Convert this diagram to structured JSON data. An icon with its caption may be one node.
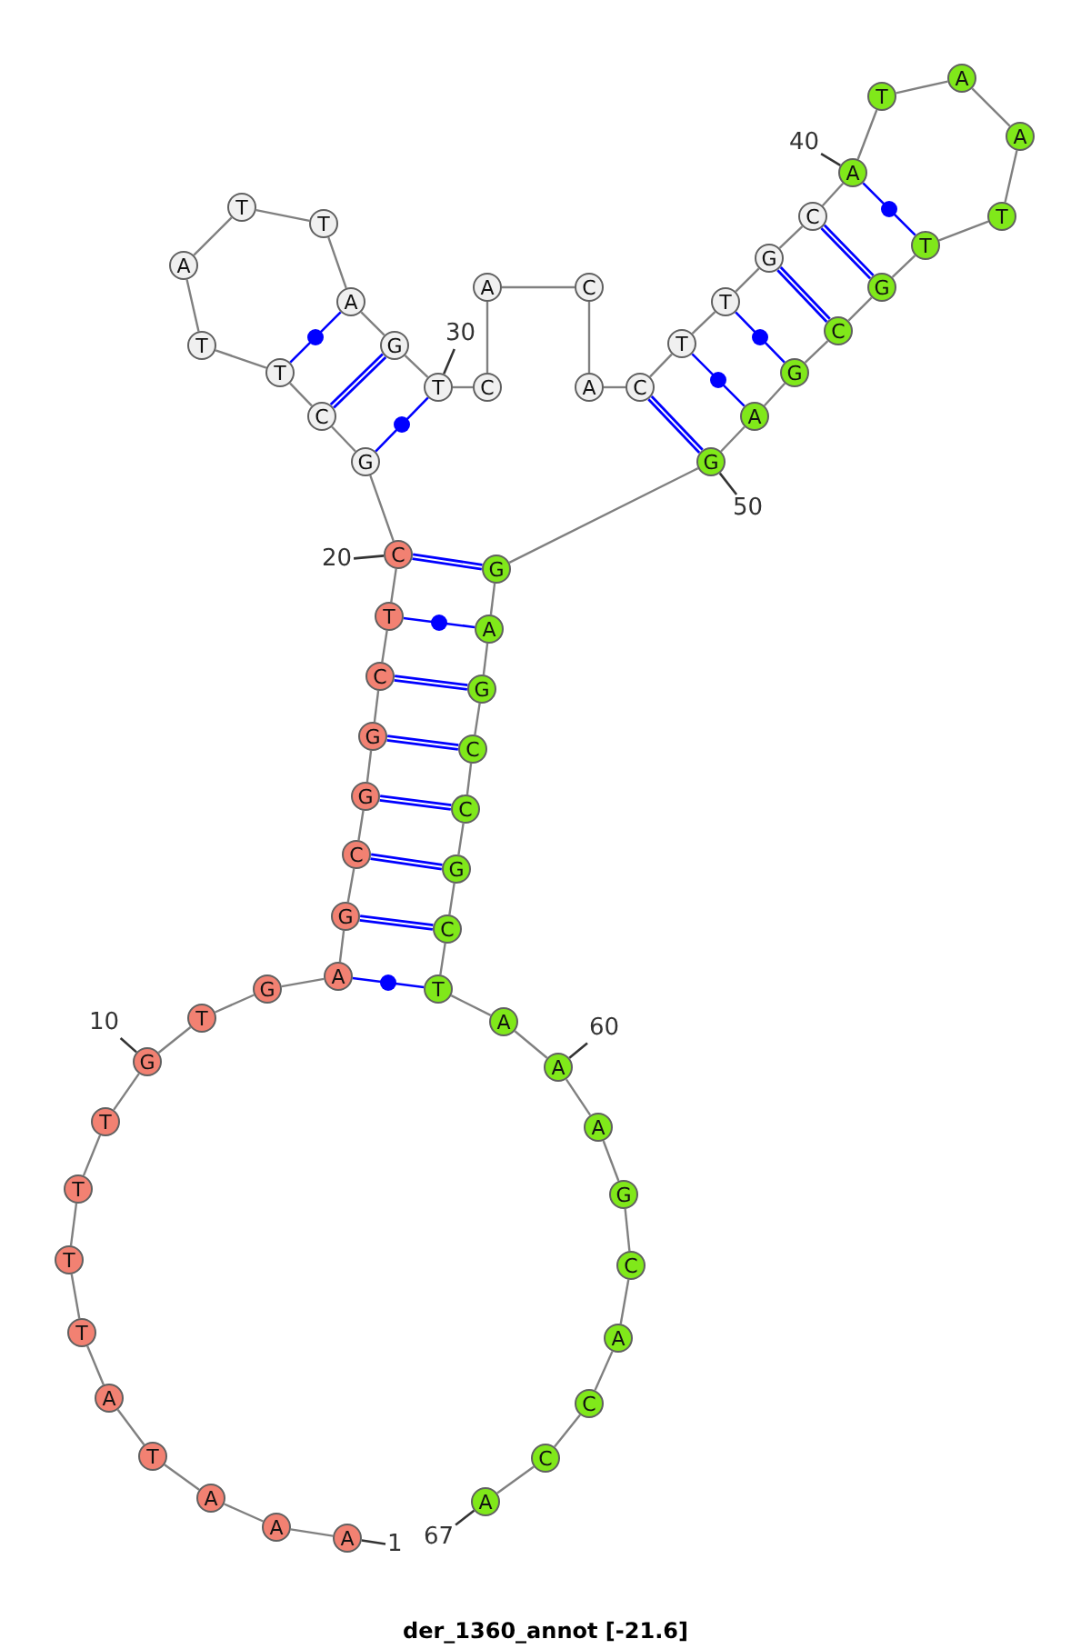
{
  "diagram": {
    "caption": "der_1360_annot [-21.6]",
    "nodes": [
      {
        "text": [
          "A"
        ]
      },
      {
        "text": [
          "A"
        ]
      },
      {
        "text": [
          "A"
        ]
      },
      {
        "text": [
          "T"
        ]
      },
      {
        "text": [
          "A"
        ]
      },
      {
        "text": [
          "T"
        ]
      },
      {
        "text": [
          "T"
        ]
      },
      {
        "text": [
          "T"
        ]
      },
      {
        "text": [
          "T"
        ]
      },
      {
        "text": [
          "G"
        ]
      },
      {
        "text": [
          "T"
        ]
      },
      {
        "text": [
          "G"
        ]
      },
      {
        "text": [
          "A"
        ]
      },
      {
        "text": [
          "G"
        ]
      },
      {
        "text": [
          "C"
        ]
      },
      {
        "text": [
          "G"
        ]
      },
      {
        "text": [
          "G"
        ]
      },
      {
        "text": [
          "C"
        ]
      },
      {
        "text": [
          "T"
        ]
      },
      {
        "text": [
          "C"
        ]
      },
      {
        "text": [
          "G"
        ]
      },
      {
        "text": [
          "C"
        ]
      },
      {
        "text": [
          "T"
        ]
      },
      {
        "text": [
          "T"
        ]
      },
      {
        "text": [
          "A"
        ]
      },
      {
        "text": [
          "T"
        ]
      },
      {
        "text": [
          "T"
        ]
      },
      {
        "text": [
          "A"
        ]
      },
      {
        "text": [
          "G"
        ]
      },
      {
        "text": [
          "T"
        ]
      },
      {
        "text": [
          "C"
        ]
      },
      {
        "text": [
          "A"
        ]
      },
      {
        "text": [
          "C"
        ]
      },
      {
        "text": [
          "A"
        ]
      },
      {
        "text": [
          "C"
        ]
      },
      {
        "text": [
          "T"
        ]
      },
      {
        "text": [
          "T"
        ]
      },
      {
        "text": [
          "G"
        ]
      },
      {
        "text": [
          "C"
        ]
      },
      {
        "text": [
          "A"
        ]
      },
      {
        "text": [
          "T"
        ]
      },
      {
        "text": [
          "A"
        ]
      },
      {
        "text": [
          "A"
        ]
      },
      {
        "text": [
          "T"
        ]
      },
      {
        "text": [
          "T"
        ]
      },
      {
        "text": [
          "G"
        ]
      },
      {
        "text": [
          "C"
        ]
      },
      {
        "text": [
          "G"
        ]
      },
      {
        "text": [
          "A"
        ]
      },
      {
        "text": [
          "G"
        ]
      },
      {
        "text": [
          "G"
        ]
      },
      {
        "text": [
          "A"
        ]
      },
      {
        "text": [
          "G"
        ]
      },
      {
        "text": [
          "C"
        ]
      },
      {
        "text": [
          "C"
        ]
      },
      {
        "text": [
          "G"
        ]
      },
      {
        "text": [
          "C"
        ]
      },
      {
        "text": [
          "T"
        ]
      },
      {
        "text": [
          "A"
        ]
      },
      {
        "text": [
          "A"
        ]
      },
      {
        "text": [
          "A"
        ]
      },
      {
        "text": [
          "G"
        ]
      },
      {
        "text": [
          "C"
        ]
      },
      {
        "text": [
          "A"
        ]
      },
      {
        "text": [
          "C"
        ]
      },
      {
        "text": [
          "C"
        ]
      },
      {
        "text": [
          "A"
        ]
      },
      {
        "text": [
          "1"
        ]
      },
      {
        "text": [
          "10"
        ]
      },
      {
        "text": [
          "20"
        ]
      },
      {
        "text": [
          "30"
        ]
      },
      {
        "text": [
          "40"
        ]
      },
      {
        "text": [
          "50"
        ]
      },
      {
        "text": [
          "60"
        ]
      },
      {
        "text": [
          "67"
        ]
      }
    ],
    "edges": [
      {
        "from": 0,
        "to": 1,
        "arrow": "none"
      },
      {
        "from": 1,
        "to": 2,
        "arrow": "none"
      },
      {
        "from": 2,
        "to": 3,
        "arrow": "none"
      },
      {
        "from": 3,
        "to": 4,
        "arrow": "none"
      },
      {
        "from": 4,
        "to": 5,
        "arrow": "none"
      },
      {
        "from": 5,
        "to": 6,
        "arrow": "none"
      },
      {
        "from": 6,
        "to": 7,
        "arrow": "none"
      },
      {
        "from": 7,
        "to": 8,
        "arrow": "none"
      },
      {
        "from": 8,
        "to": 9,
        "arrow": "none"
      },
      {
        "from": 9,
        "to": 10,
        "arrow": "none"
      },
      {
        "from": 10,
        "to": 11,
        "arrow": "none"
      },
      {
        "from": 11,
        "to": 12,
        "arrow": "none"
      },
      {
        "from": 12,
        "to": 13,
        "arrow": "none"
      },
      {
        "from": 13,
        "to": 14,
        "arrow": "none"
      },
      {
        "from": 14,
        "to": 15,
        "arrow": "none"
      },
      {
        "from": 15,
        "to": 16,
        "arrow": "none"
      },
      {
        "from": 16,
        "to": 17,
        "arrow": "none"
      },
      {
        "from": 17,
        "to": 18,
        "arrow": "none"
      },
      {
        "from": 18,
        "to": 19,
        "arrow": "none"
      },
      {
        "from": 19,
        "to": 20,
        "arrow": "none"
      },
      {
        "from": 20,
        "to": 21,
        "arrow": "none"
      },
      {
        "from": 21,
        "to": 22,
        "arrow": "none"
      },
      {
        "from": 22,
        "to": 23,
        "arrow": "none"
      },
      {
        "from": 23,
        "to": 24,
        "arrow": "none"
      },
      {
        "from": 24,
        "to": 25,
        "arrow": "none"
      },
      {
        "from": 25,
        "to": 26,
        "arrow": "none"
      },
      {
        "from": 26,
        "to": 27,
        "arrow": "none"
      },
      {
        "from": 27,
        "to": 28,
        "arrow": "none"
      },
      {
        "from": 28,
        "to": 29,
        "arrow": "none"
      },
      {
        "from": 29,
        "to": 30,
        "arrow": "none"
      },
      {
        "from": 30,
        "to": 31,
        "arrow": "none"
      },
      {
        "from": 31,
        "to": 32,
        "arrow": "none"
      },
      {
        "from": 32,
        "to": 33,
        "arrow": "none"
      },
      {
        "from": 33,
        "to": 34,
        "arrow": "none"
      },
      {
        "from": 34,
        "to": 35,
        "arrow": "none"
      },
      {
        "from": 35,
        "to": 36,
        "arrow": "none"
      },
      {
        "from": 36,
        "to": 37,
        "arrow": "none"
      },
      {
        "from": 37,
        "to": 38,
        "arrow": "none"
      },
      {
        "from": 38,
        "to": 39,
        "arrow": "none"
      },
      {
        "from": 39,
        "to": 40,
        "arrow": "none"
      },
      {
        "from": 40,
        "to": 41,
        "arrow": "none"
      },
      {
        "from": 41,
        "to": 42,
        "arrow": "none"
      },
      {
        "from": 42,
        "to": 43,
        "arrow": "none"
      },
      {
        "from": 43,
        "to": 44,
        "arrow": "none"
      },
      {
        "from": 44,
        "to": 45,
        "arrow": "none"
      },
      {
        "from": 45,
        "to": 46,
        "arrow": "none"
      },
      {
        "from": 46,
        "to": 47,
        "arrow": "none"
      },
      {
        "from": 47,
        "to": 48,
        "arrow": "none"
      },
      {
        "from": 48,
        "to": 49,
        "arrow": "none"
      },
      {
        "from": 49,
        "to": 50,
        "arrow": "none"
      },
      {
        "from": 50,
        "to": 51,
        "arrow": "none"
      },
      {
        "from": 51,
        "to": 52,
        "arrow": "none"
      },
      {
        "from": 52,
        "to": 53,
        "arrow": "none"
      },
      {
        "from": 53,
        "to": 54,
        "arrow": "none"
      },
      {
        "from": 54,
        "to": 55,
        "arrow": "none"
      },
      {
        "from": 55,
        "to": 56,
        "arrow": "none"
      },
      {
        "from": 56,
        "to": 57,
        "arrow": "none"
      },
      {
        "from": 57,
        "to": 58,
        "arrow": "none"
      },
      {
        "from": 58,
        "to": 59,
        "arrow": "none"
      },
      {
        "from": 59,
        "to": 60,
        "arrow": "none"
      },
      {
        "from": 60,
        "to": 61,
        "arrow": "none"
      },
      {
        "from": 61,
        "to": 62,
        "arrow": "none"
      },
      {
        "from": 62,
        "to": 63,
        "arrow": "none"
      },
      {
        "from": 63,
        "to": 64,
        "arrow": "none"
      },
      {
        "from": 64,
        "to": 65,
        "arrow": "none"
      },
      {
        "from": 65,
        "to": 66,
        "arrow": "none"
      },
      {
        "from": 12,
        "to": 57,
        "arrow": "none",
        "color": "#0000ff"
      },
      {
        "from": 13,
        "to": 56,
        "arrow": "none",
        "style": "thick",
        "color": "#0000ff"
      },
      {
        "from": 14,
        "to": 55,
        "arrow": "none",
        "style": "thick",
        "color": "#0000ff"
      },
      {
        "from": 15,
        "to": 54,
        "arrow": "none",
        "style": "thick",
        "color": "#0000ff"
      },
      {
        "from": 16,
        "to": 53,
        "arrow": "none",
        "style": "thick",
        "color": "#0000ff"
      },
      {
        "from": 17,
        "to": 52,
        "arrow": "none",
        "style": "thick",
        "color": "#0000ff"
      },
      {
        "from": 18,
        "to": 51,
        "arrow": "none",
        "color": "#0000ff"
      },
      {
        "from": 19,
        "to": 50,
        "arrow": "none",
        "style": "thick",
        "color": "#0000ff"
      },
      {
        "from": 20,
        "to": 29,
        "arrow": "none",
        "color": "#0000ff"
      },
      {
        "from": 21,
        "to": 28,
        "arrow": "none",
        "style": "thick",
        "color": "#0000ff"
      },
      {
        "from": 22,
        "to": 27,
        "arrow": "none",
        "color": "#0000ff"
      },
      {
        "from": 34,
        "to": 49,
        "arrow": "none",
        "style": "thick",
        "color": "#0000ff"
      },
      {
        "from": 35,
        "to": 48,
        "arrow": "none",
        "color": "#0000ff"
      },
      {
        "from": 36,
        "to": 47,
        "arrow": "none",
        "color": "#0000ff"
      },
      {
        "from": 37,
        "to": 46,
        "arrow": "none",
        "style": "thick",
        "color": "#0000ff"
      },
      {
        "from": 38,
        "to": 45,
        "arrow": "none",
        "style": "thick",
        "color": "#0000ff"
      },
      {
        "from": 39,
        "to": 44,
        "arrow": "none",
        "color": "#0000ff"
      },
      {
        "from": 67,
        "to": 0,
        "arrow": "none",
        "color": "#333333"
      },
      {
        "from": 68,
        "to": 9,
        "arrow": "none",
        "color": "#333333"
      },
      {
        "from": 69,
        "to": 19,
        "arrow": "none",
        "color": "#333333"
      },
      {
        "from": 70,
        "to": 29,
        "arrow": "none",
        "color": "#333333"
      },
      {
        "from": 71,
        "to": 39,
        "arrow": "none",
        "color": "#333333"
      },
      {
        "from": 72,
        "to": 49,
        "arrow": "none",
        "color": "#333333"
      },
      {
        "from": 73,
        "to": 59,
        "arrow": "none",
        "color": "#333333"
      },
      {
        "from": 74,
        "to": 66,
        "arrow": "none",
        "color": "#333333"
      }
    ]
  }
}
